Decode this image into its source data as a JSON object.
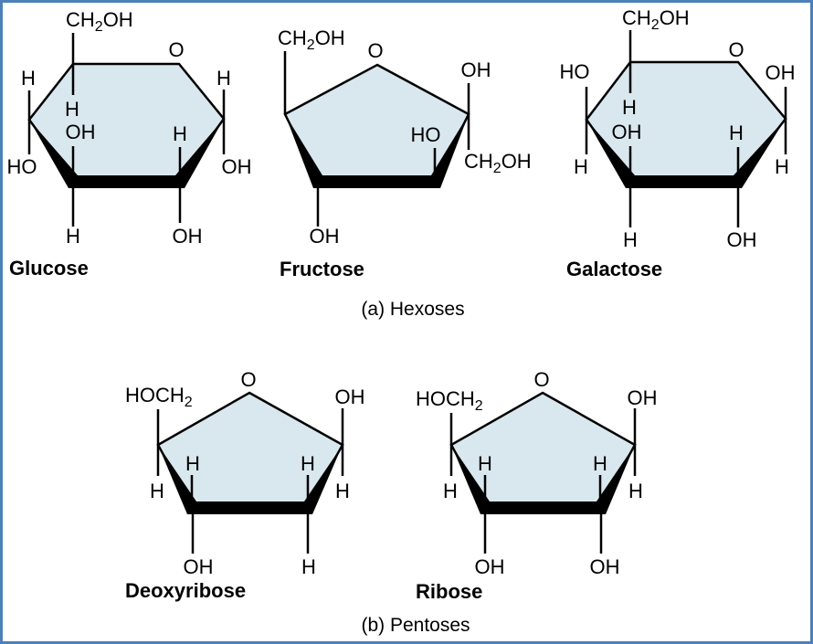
{
  "figure": {
    "description_visible_text_only": true
  },
  "captions": {
    "group_a": "(a) Hexoses",
    "group_b": "(b) Pentoses"
  },
  "colors": {
    "frame_border": "#4d80ba",
    "ring_fill": "#d9e8ee",
    "line": "#000000"
  },
  "molecules": {
    "glucose": {
      "name": "Glucose",
      "labels": {
        "chain_top": {
          "p1": "CH",
          "sub": "2",
          "p2": "OH"
        },
        "ring_oxygen": "O",
        "outer_left_top": "H",
        "outer_left_bottom": "HO",
        "inner_left_top": "H",
        "inner_left_bottom": "OH",
        "inner_right": "H",
        "outer_right_top": "H",
        "outer_right_bottom": "OH",
        "bottom_left": "H",
        "bottom_right": "OH"
      }
    },
    "fructose": {
      "name": "Fructose",
      "labels": {
        "chain_top": {
          "p1": "CH",
          "sub": "2",
          "p2": "OH"
        },
        "ring_oxygen": "O",
        "outer_right_top": "OH",
        "inner_right": "HO",
        "chain_right": {
          "p1": "CH",
          "sub": "2",
          "p2": "OH"
        },
        "bottom_left": "OH"
      }
    },
    "galactose": {
      "name": "Galactose",
      "labels": {
        "chain_top": {
          "p1": "CH",
          "sub": "2",
          "p2": "OH"
        },
        "ring_oxygen": "O",
        "outer_left_top": "HO",
        "outer_left_bottom": "H",
        "inner_left_top": "H",
        "inner_left_bottom": "OH",
        "inner_right": "H",
        "outer_right_top": "OH",
        "outer_right_bottom": "H",
        "bottom_left": "H",
        "bottom_right": "OH"
      }
    },
    "deoxyribose": {
      "name": "Deoxyribose",
      "labels": {
        "chain_left": {
          "p1": "HOCH",
          "sub": "2",
          "p2": ""
        },
        "ring_oxygen": "O",
        "outer_right_top": "OH",
        "inner_left": "H",
        "inner_right": "H",
        "outer_left_bottom": "H",
        "outer_right_bottom": "H",
        "bottom_left": "OH",
        "bottom_right": "H"
      }
    },
    "ribose": {
      "name": "Ribose",
      "labels": {
        "chain_left": {
          "p1": "HOCH",
          "sub": "2",
          "p2": ""
        },
        "ring_oxygen": "O",
        "outer_right_top": "OH",
        "inner_left": "H",
        "inner_right": "H",
        "outer_left_bottom": "H",
        "outer_right_bottom": "H",
        "bottom_left": "OH",
        "bottom_right": "OH"
      }
    }
  }
}
